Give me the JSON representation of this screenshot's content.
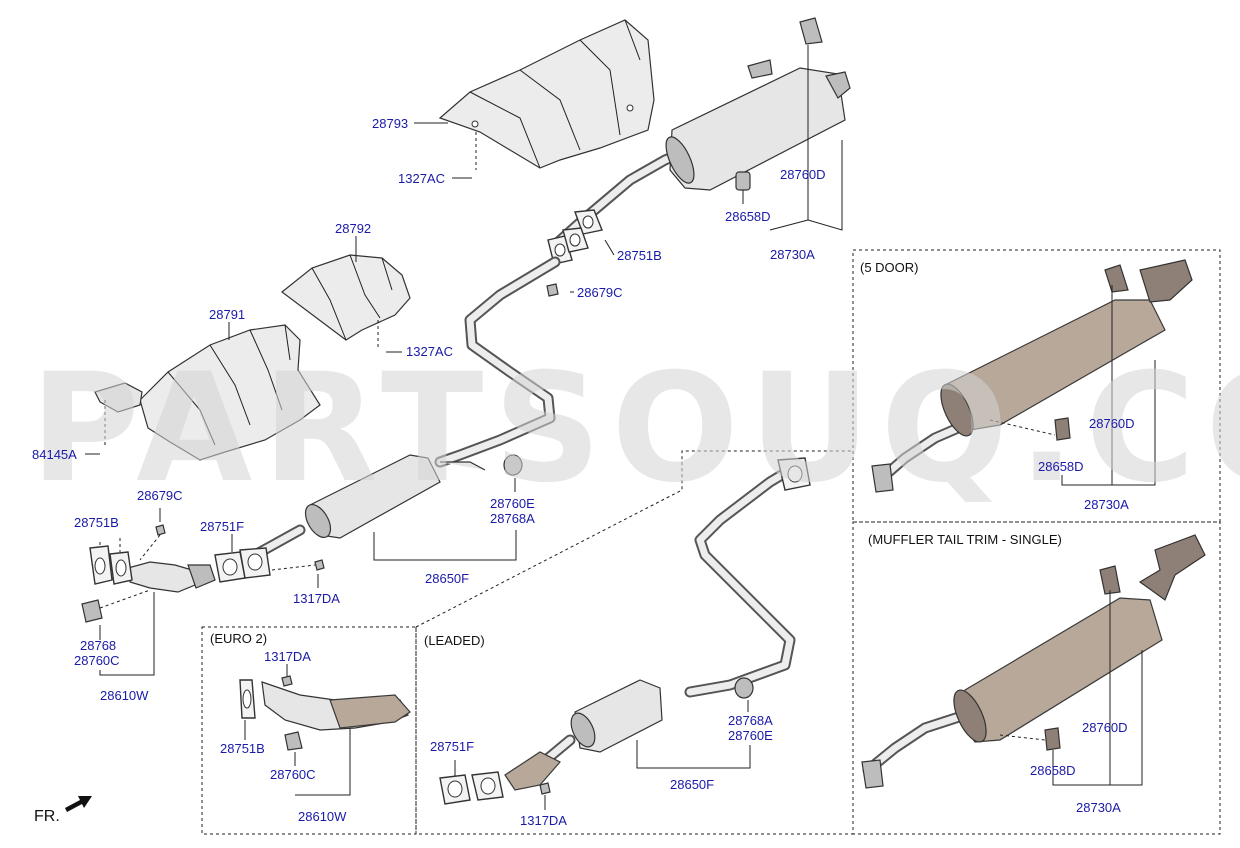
{
  "watermark": "PARTSOUQ.COM",
  "direction": "FR.",
  "sections": {
    "five_door": "(5 DOOR)",
    "muffler_tail_trim": "(MUFFLER TAIL TRIM - SINGLE)",
    "euro2": "(EURO 2)",
    "leaded": "(LEADED)"
  },
  "labels": {
    "p28793": "28793",
    "p1327ac_top": "1327AC",
    "p28792": "28792",
    "p28791": "28791",
    "p1327ac_mid": "1327AC",
    "p84145a": "84145A",
    "p28760d_main": "28760D",
    "p28658d_main": "28658D",
    "p28730a_main": "28730A",
    "p28751b_main": "28751B",
    "p28679c_main": "28679C",
    "p28679c_left": "28679C",
    "p28751b_left": "28751B",
    "p28751f_main": "28751F",
    "p28760e_main": "28760E",
    "p28768a_main": "28768A",
    "p28650f_main": "28650F",
    "p1317da_main": "1317DA",
    "p28768_left": "28768",
    "p28760c_left": "28760C",
    "p28610w_main": "28610W",
    "p1317da_euro": "1317DA",
    "p28751b_euro": "28751B",
    "p28760c_euro": "28760C",
    "p28610w_euro": "28610W",
    "p28751f_leaded": "28751F",
    "p28768a_leaded": "28768A",
    "p28760e_leaded": "28760E",
    "p28650f_leaded": "28650F",
    "p1317da_leaded": "1317DA",
    "p28760d_5door": "28760D",
    "p28658d_5door": "28658D",
    "p28730a_5door": "28730A",
    "p28760d_single": "28760D",
    "p28658d_single": "28658D",
    "p28730a_single": "28730A"
  }
}
